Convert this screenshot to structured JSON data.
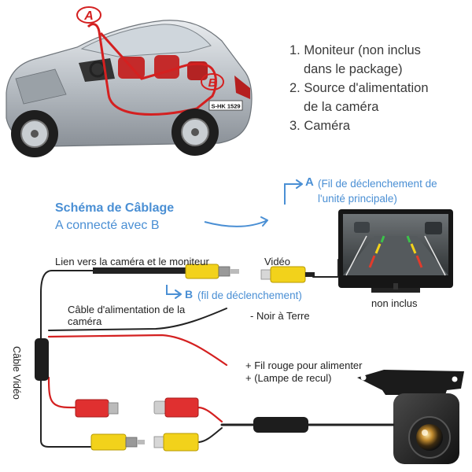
{
  "car": {
    "marker_a": "A",
    "marker_b": "B",
    "plate": "S-HK 1529"
  },
  "legend": {
    "item1_line1": "1. Moniteur (non inclus",
    "item1_line2": "dans le package)",
    "item2_line1": "2. Source d'alimentation",
    "item2_line2": "de la caméra",
    "item3": "3. Caméra"
  },
  "schema": {
    "title": "Schéma de Câblage",
    "subtitle": "A connecté avec B"
  },
  "trigger_a": {
    "letter": "A",
    "line1": "(Fil de déclenchement de",
    "line2": "l'unité principale)"
  },
  "trigger_b": {
    "letter": "B",
    "text": "(fil de déclenchement)"
  },
  "labels": {
    "link_camera_monitor": "Lien vers la caméra et le moniteur",
    "video": "Vidéo",
    "not_included": "non inclus",
    "power_cable_line1": "Câble d'alimentation de la",
    "power_cable_line2": "caméra",
    "ground": "- Noir à Terre",
    "red_wire_line1": "+ Fil rouge pour alimenter",
    "red_wire_line2": "+ (Lampe de recul)",
    "video_cable": "Câble Vidéo"
  },
  "colors": {
    "accent_blue": "#4a8fd4",
    "wire_red": "#d43030",
    "wire_black": "#222222",
    "rca_yellow": "#f2d21b"
  }
}
